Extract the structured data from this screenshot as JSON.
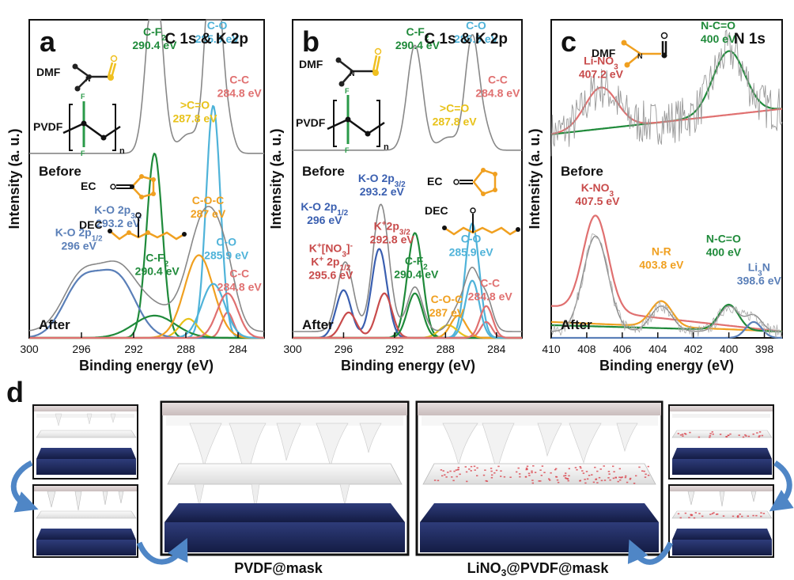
{
  "panel_d": {
    "letter": "d",
    "caption_left": "PVDF@mask",
    "caption_right_pre": "LiNO",
    "caption_right_sub": "3",
    "caption_right_post": "@PVDF@mask",
    "colors": {
      "frame": "#111111",
      "separator": "#f2f2f2",
      "cap": "#d9cfcf",
      "lithium": "#1e2a5e",
      "arrow": "#4f86c6",
      "dots": "#d9444c"
    }
  },
  "chart_data": [
    {
      "type": "line",
      "panel": "a",
      "title": "C 1s & K 2p",
      "xlabel": "Binding energy (eV)",
      "ylabel": "Intensity (a. u.)",
      "xlim": [
        300,
        282
      ],
      "ylim": [
        0,
        1
      ],
      "x_reversed": true,
      "xticks": [
        300,
        296,
        292,
        288,
        284
      ],
      "states": [
        "Before",
        "After"
      ],
      "molecules": [
        "DMF",
        "PVDF",
        "EC",
        "DEC"
      ],
      "molecule_subscript": "n",
      "grid": false,
      "series": [
        {
          "color": "#1f8a3a",
          "peaks": [
            [
              290.4,
              0.58,
              0.6,
              0.58
            ]
          ]
        },
        {
          "color": "#4fb3d9",
          "peaks": [
            [
              285.9,
              0.73,
              0.55,
              0.58
            ]
          ]
        },
        {
          "color": "#e07070",
          "peaks": [
            [
              284.8,
              0.08,
              0.45,
              0.58
            ]
          ]
        },
        {
          "color": "#e8c21a",
          "peaks": [
            [
              287.8,
              0.06,
              0.7,
              0.58
            ]
          ]
        },
        {
          "color": "#888888",
          "sum_of": [
            0,
            1,
            2,
            3
          ],
          "baseline": 0.58,
          "width": 1.6
        },
        {
          "color": "#5a7fb8",
          "peaks": [
            [
              296,
              0.17,
              1.4,
              0.02
            ],
            [
              293.2,
              0.18,
              1.4,
              0.02
            ]
          ]
        },
        {
          "color": "#1f8a3a",
          "peaks": [
            [
              290.4,
              0.07,
              1.6,
              0.02
            ]
          ]
        },
        {
          "color": "#f0a020",
          "peaks": [
            [
              287,
              0.26,
              1.1,
              0.02
            ]
          ]
        },
        {
          "color": "#4fb3d9",
          "peaks": [
            [
              285.9,
              0.17,
              0.9,
              0.02
            ]
          ]
        },
        {
          "color": "#e07070",
          "peaks": [
            [
              284.8,
              0.14,
              0.8,
              0.02
            ]
          ]
        },
        {
          "color": "#888888",
          "sum_of": [
            5,
            6,
            7,
            8,
            9
          ],
          "baseline": 0.02,
          "width": 1.6
        }
      ],
      "labels": [
        {
          "lines": [
            [
              "C-F",
              "2"
            ],
            [
              "290.4 eV"
            ]
          ],
          "color": "#1f8a3a",
          "x": 290.4,
          "y": 0.95
        },
        {
          "lines": [
            [
              "C-O"
            ],
            [
              "285.9 eV"
            ]
          ],
          "color": "#4fb3d9",
          "x": 285.6,
          "y": 0.97
        },
        {
          "lines": [
            [
              "C-C"
            ],
            [
              "284.8 eV"
            ]
          ],
          "color": "#e07070",
          "x": 283.9,
          "y": 0.8
        },
        {
          "lines": [
            [
              ">C=O"
            ],
            [
              "287.8 eV"
            ]
          ],
          "color": "#e8c21a",
          "x": 287.3,
          "y": 0.72
        },
        {
          "lines": [
            [
              "K-O 2p",
              "1/2"
            ],
            [
              "296 eV"
            ]
          ],
          "color": "#5a7fb8",
          "x": 296.2,
          "y": 0.32
        },
        {
          "lines": [
            [
              "K-O 2p",
              "3/2"
            ],
            [
              "293.2 eV"
            ]
          ],
          "color": "#5a7fb8",
          "x": 293.2,
          "y": 0.39
        },
        {
          "lines": [
            [
              "C-F",
              "2"
            ],
            [
              "290.4 eV"
            ]
          ],
          "color": "#1f8a3a",
          "x": 290.2,
          "y": 0.24
        },
        {
          "lines": [
            [
              "C-O-C"
            ],
            [
              "287 eV"
            ]
          ],
          "color": "#f0a020",
          "x": 286.3,
          "y": 0.42
        },
        {
          "lines": [
            [
              "C-O"
            ],
            [
              "285.9 eV"
            ]
          ],
          "color": "#4fb3d9",
          "x": 284.9,
          "y": 0.29
        },
        {
          "lines": [
            [
              "C-C"
            ],
            [
              "284.8 eV"
            ]
          ],
          "color": "#e07070",
          "x": 283.9,
          "y": 0.19
        }
      ]
    },
    {
      "type": "line",
      "panel": "b",
      "title": "C 1s & K 2p",
      "xlabel": "Binding energy (eV)",
      "ylabel": "Intensity (a. u.)",
      "xlim": [
        300,
        282
      ],
      "ylim": [
        0,
        1
      ],
      "x_reversed": true,
      "xticks": [
        300,
        296,
        292,
        288,
        284
      ],
      "states": [
        "Before",
        "After"
      ],
      "molecules": [
        "DMF",
        "PVDF",
        "EC",
        "DEC"
      ],
      "molecule_subscript": "n",
      "grid": false,
      "series": [
        {
          "color": "#1f8a3a",
          "peaks": [
            [
              290.4,
              0.33,
              0.6,
              0.59
            ]
          ]
        },
        {
          "color": "#4fb3d9",
          "peaks": [
            [
              285.9,
              0.36,
              0.55,
              0.59
            ]
          ]
        },
        {
          "color": "#e07070",
          "peaks": [
            [
              284.8,
              0.05,
              0.45,
              0.59
            ]
          ]
        },
        {
          "color": "#e8c21a",
          "peaks": [
            [
              287.8,
              0.04,
              0.7,
              0.59
            ]
          ]
        },
        {
          "color": "#888888",
          "sum_of": [
            0,
            1,
            2,
            3
          ],
          "baseline": 0.59,
          "width": 1.6
        },
        {
          "color": "#3a5fb0",
          "peaks": [
            [
              296,
              0.15,
              0.6,
              0.02
            ],
            [
              293.2,
              0.28,
              0.6,
              0.02
            ]
          ]
        },
        {
          "color": "#c84b4b",
          "peaks": [
            [
              295.6,
              0.08,
              0.6,
              0.02
            ],
            [
              292.8,
              0.14,
              0.6,
              0.02
            ]
          ]
        },
        {
          "color": "#1f8a3a",
          "peaks": [
            [
              290.4,
              0.14,
              0.6,
              0.02
            ]
          ]
        },
        {
          "color": "#f0a020",
          "peaks": [
            [
              287,
              0.07,
              0.6,
              0.02
            ]
          ]
        },
        {
          "color": "#4fb3d9",
          "peaks": [
            [
              285.9,
              0.18,
              0.55,
              0.02
            ]
          ]
        },
        {
          "color": "#e07070",
          "peaks": [
            [
              284.8,
              0.1,
              0.5,
              0.02
            ]
          ]
        },
        {
          "color": "#888888",
          "sum_of": [
            5,
            6,
            7,
            8,
            9,
            10
          ],
          "baseline": 0.02,
          "width": 1.6
        }
      ],
      "labels": [
        {
          "lines": [
            [
              "C-F",
              "2"
            ],
            [
              "290.4 eV"
            ]
          ],
          "color": "#1f8a3a",
          "x": 290.2,
          "y": 0.95
        },
        {
          "lines": [
            [
              "C-O"
            ],
            [
              "285.9 eV"
            ]
          ],
          "color": "#4fb3d9",
          "x": 285.6,
          "y": 0.97
        },
        {
          "lines": [
            [
              "C-C"
            ],
            [
              "284.8 eV"
            ]
          ],
          "color": "#e07070",
          "x": 283.9,
          "y": 0.8
        },
        {
          "lines": [
            [
              ">C=O"
            ],
            [
              "287.8 eV"
            ]
          ],
          "color": "#e8c21a",
          "x": 287.3,
          "y": 0.71
        },
        {
          "lines": [
            [
              "K-O 2p",
              "3/2"
            ],
            [
              "293.2 eV"
            ]
          ],
          "color": "#3a5fb0",
          "x": 293.0,
          "y": 0.49
        },
        {
          "lines": [
            [
              "K-O 2p",
              "1/2"
            ],
            [
              "296 eV"
            ]
          ],
          "color": "#3a5fb0",
          "x": 297.5,
          "y": 0.4
        },
        {
          "lines": [
            [
              "K",
              "+",
              "2p",
              "3/2"
            ],
            [
              "292.8 eV"
            ]
          ],
          "color": "#c84b4b",
          "x": 292.2,
          "y": 0.34
        },
        {
          "lines": [
            [
              "K",
              "+",
              "[NO",
              "3",
              "]",
              "-"
            ],
            [
              "K",
              "+",
              " 2p",
              "1/2"
            ],
            [
              "295.6 eV"
            ]
          ],
          "color": "#c84b4b",
          "x": 297.0,
          "y": 0.27
        },
        {
          "lines": [
            [
              "C-F",
              "2"
            ],
            [
              "290.4 eV"
            ]
          ],
          "color": "#1f8a3a",
          "x": 290.3,
          "y": 0.23
        },
        {
          "lines": [
            [
              "C-O"
            ],
            [
              "285.9 eV"
            ]
          ],
          "color": "#4fb3d9",
          "x": 286.0,
          "y": 0.3
        },
        {
          "lines": [
            [
              "C-O-C"
            ],
            [
              "287 eV"
            ]
          ],
          "color": "#f0a020",
          "x": 287.9,
          "y": 0.11
        },
        {
          "lines": [
            [
              "C-C"
            ],
            [
              "284.8 eV"
            ]
          ],
          "color": "#e07070",
          "x": 284.5,
          "y": 0.16
        }
      ]
    },
    {
      "type": "line",
      "panel": "c",
      "title": "N 1s",
      "xlabel": "Binding energy (eV)",
      "ylabel": "Intensity (a. u.)",
      "xlim": [
        410,
        397
      ],
      "ylim": [
        0,
        1
      ],
      "x_reversed": true,
      "xticks": [
        410,
        408,
        406,
        404,
        402,
        400,
        398
      ],
      "states": [
        "Before",
        "After"
      ],
      "molecules": [
        "DMF"
      ],
      "grid": false,
      "series": [
        {
          "color": "#1f8a3a",
          "peaks": [
            [
              400,
              0.2,
              0.9,
              0.64
            ]
          ],
          "linear_bg": [
            0.64,
            0.72
          ]
        },
        {
          "color": "#e07070",
          "peaks": [
            [
              407.2,
              0.13,
              0.9,
              0.64
            ]
          ],
          "linear_bg": [
            0.64,
            0.72
          ]
        },
        {
          "color": "#999999",
          "sum_of": [
            0,
            1
          ],
          "baseline": 0.64,
          "linear_bg": [
            0.64,
            0.72
          ],
          "noise": 0.07,
          "width": 0.9
        },
        {
          "color": "#e07070",
          "peaks": [
            [
              407.5,
              0.3,
              0.7,
              0.1
            ]
          ],
          "linear_bg": [
            0.1,
            0.02
          ]
        },
        {
          "color": "#f0a020",
          "peaks": [
            [
              403.8,
              0.08,
              0.6,
              0.05
            ]
          ],
          "linear_bg": [
            0.05,
            0.02
          ]
        },
        {
          "color": "#1f8a3a",
          "peaks": [
            [
              400,
              0.08,
              0.55,
              0.04
            ]
          ],
          "linear_bg": [
            0.04,
            0.02
          ]
        },
        {
          "color": "#5a7fb8",
          "peaks": [
            [
              398.6,
              0.05,
              0.45,
              0.02
            ]
          ]
        },
        {
          "color": "#888888",
          "sum_of": [
            3,
            4,
            5,
            6
          ],
          "baseline": 0.02,
          "width": 1.4
        },
        {
          "color": "#aaaaaa",
          "sum_of": [
            3,
            4,
            5,
            6
          ],
          "baseline": 0.02,
          "noise": 0.02,
          "width": 0.8
        }
      ],
      "labels": [
        {
          "lines": [
            [
              "N-C=O"
            ],
            [
              "400 eV"
            ]
          ],
          "color": "#1f8a3a",
          "x": 400.6,
          "y": 0.97
        },
        {
          "lines": [
            [
              "Li-NO",
              "3"
            ],
            [
              "407.2 eV"
            ]
          ],
          "color": "#c84b4b",
          "x": 407.2,
          "y": 0.86
        },
        {
          "lines": [
            [
              "K-NO",
              "3"
            ],
            [
              "407.5 eV"
            ]
          ],
          "color": "#c84b4b",
          "x": 407.4,
          "y": 0.46
        },
        {
          "lines": [
            [
              "N-R"
            ],
            [
              "403.8 eV"
            ]
          ],
          "color": "#f0a020",
          "x": 403.8,
          "y": 0.26
        },
        {
          "lines": [
            [
              "N-C=O"
            ],
            [
              "400 eV"
            ]
          ],
          "color": "#1f8a3a",
          "x": 400.3,
          "y": 0.3
        },
        {
          "lines": [
            [
              "Li",
              "3",
              "N"
            ],
            [
              "398.6 eV"
            ]
          ],
          "color": "#5a7fb8",
          "x": 398.3,
          "y": 0.21
        }
      ]
    }
  ]
}
